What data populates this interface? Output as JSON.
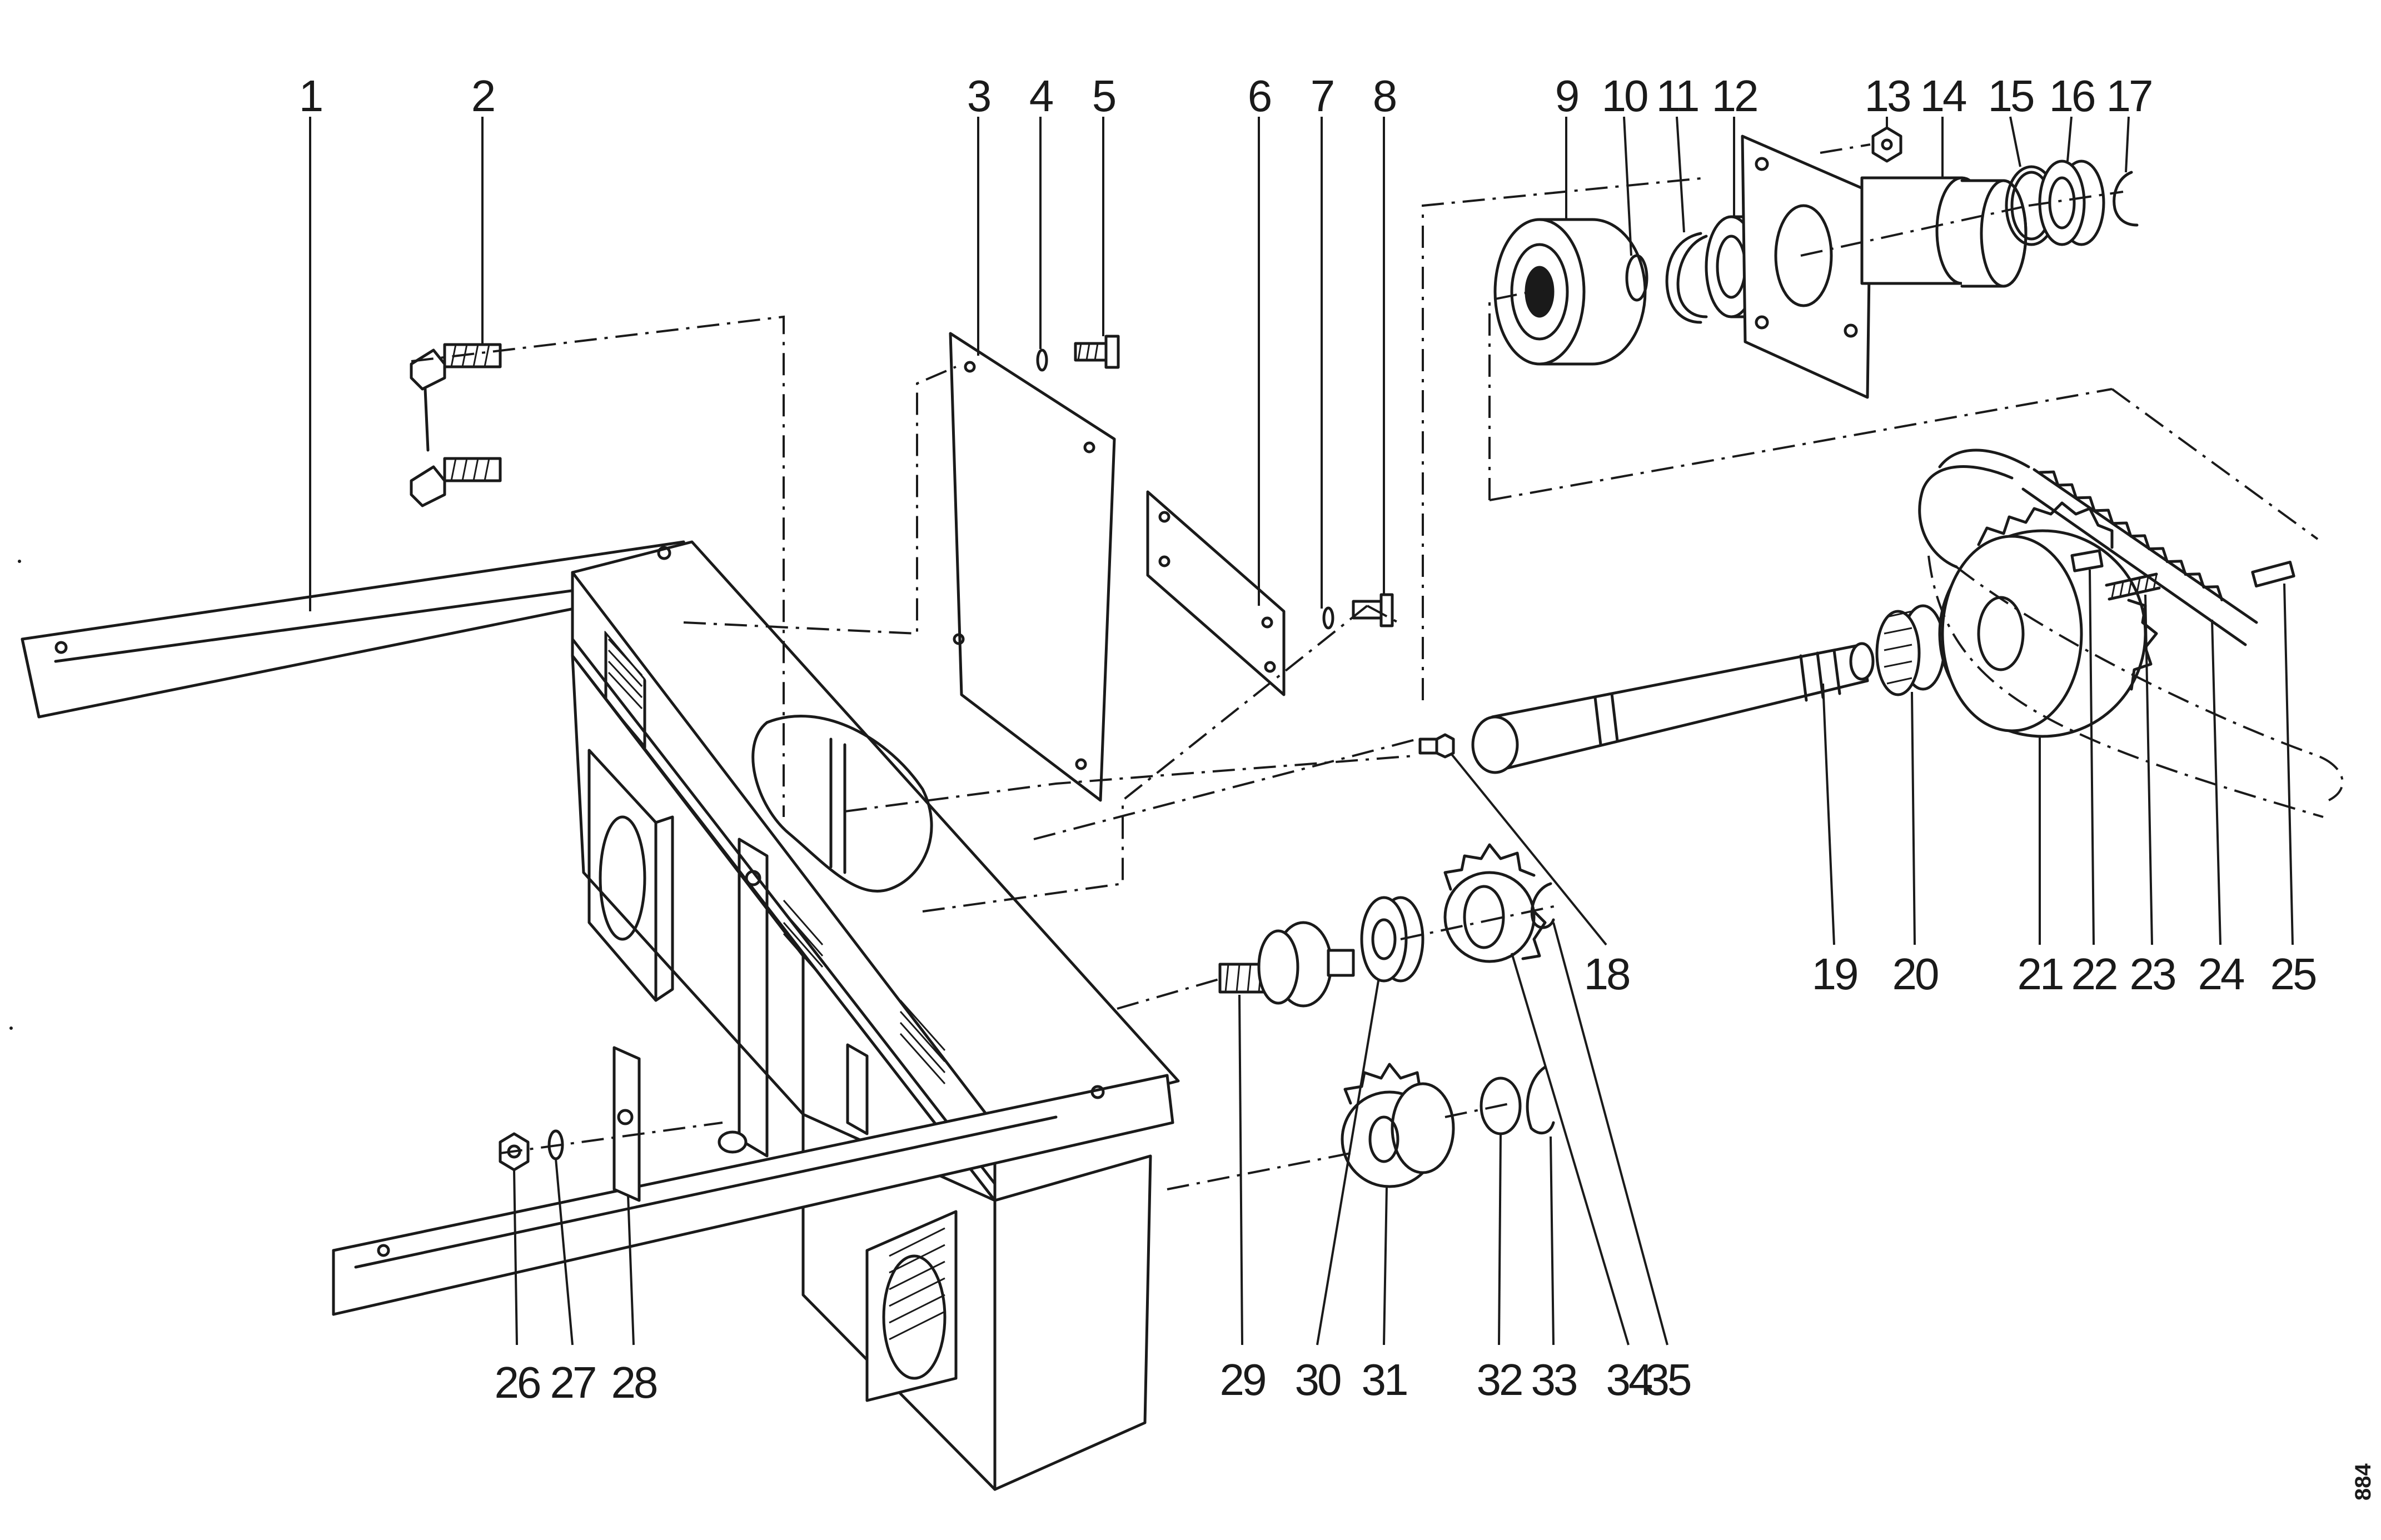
{
  "diagram": {
    "drawing_code": "884",
    "callouts": [
      "1",
      "2",
      "3",
      "4",
      "5",
      "6",
      "7",
      "8",
      "9",
      "10",
      "11",
      "12",
      "13",
      "14",
      "15",
      "16",
      "17",
      "18",
      "19",
      "20",
      "21",
      "22",
      "23",
      "24",
      "25",
      "26",
      "27",
      "28",
      "29",
      "30",
      "31",
      "32",
      "33",
      "34",
      "35"
    ]
  }
}
